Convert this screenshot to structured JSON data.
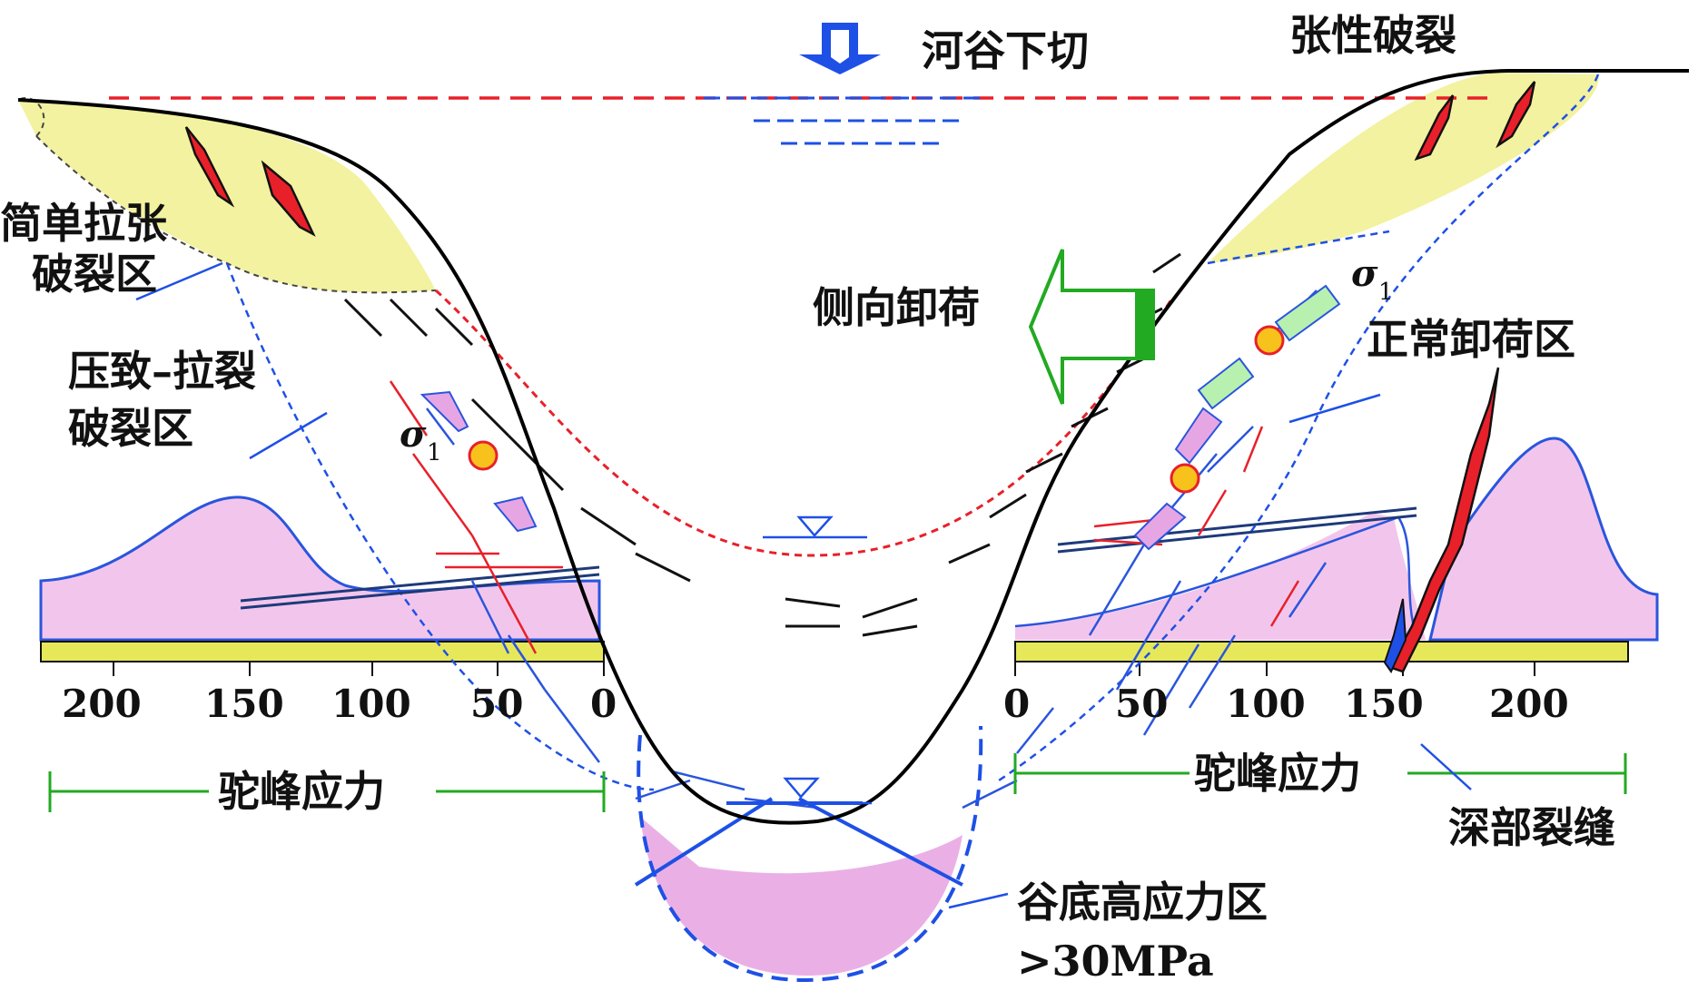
{
  "colors": {
    "valley_line": "#000000",
    "red_dash": "#e8202a",
    "blue_dash": "#1e50e6",
    "yellow_zone": "#f2f2a0",
    "pink_stress": "#f2c6ec",
    "scale_bar": "#e6e85a",
    "green": "#22aa22",
    "orange_dot": "#f7c21b"
  },
  "labels": {
    "river_incision": "河谷下切",
    "tensile_fracture": "张性破裂",
    "simple_tension_line1": "简单拉张",
    "simple_tension_line2": "破裂区",
    "compress_line1": "压致–拉裂",
    "compress_line2": "破裂区",
    "lateral_unloading": "侧向卸荷",
    "normal_unloading": "正常卸荷区",
    "hump_stress_left": "驼峰应力",
    "hump_stress_right": "驼峰应力",
    "deep_crack": "深部裂缝",
    "valley_high_line1": "谷底高应力区",
    "valley_high_line2": ">30MPa",
    "sigma": "σ",
    "sigma_sub": "1"
  },
  "scale_left": {
    "ticks": [
      "200",
      "150",
      "100",
      "50",
      "0"
    ]
  },
  "scale_right": {
    "ticks": [
      "0",
      "50",
      "100",
      "150",
      "200"
    ]
  },
  "icons": {
    "down_arrow": "down-arrow-icon",
    "left_arrow": "left-arrow-icon",
    "water_level": "water-level-icon"
  }
}
